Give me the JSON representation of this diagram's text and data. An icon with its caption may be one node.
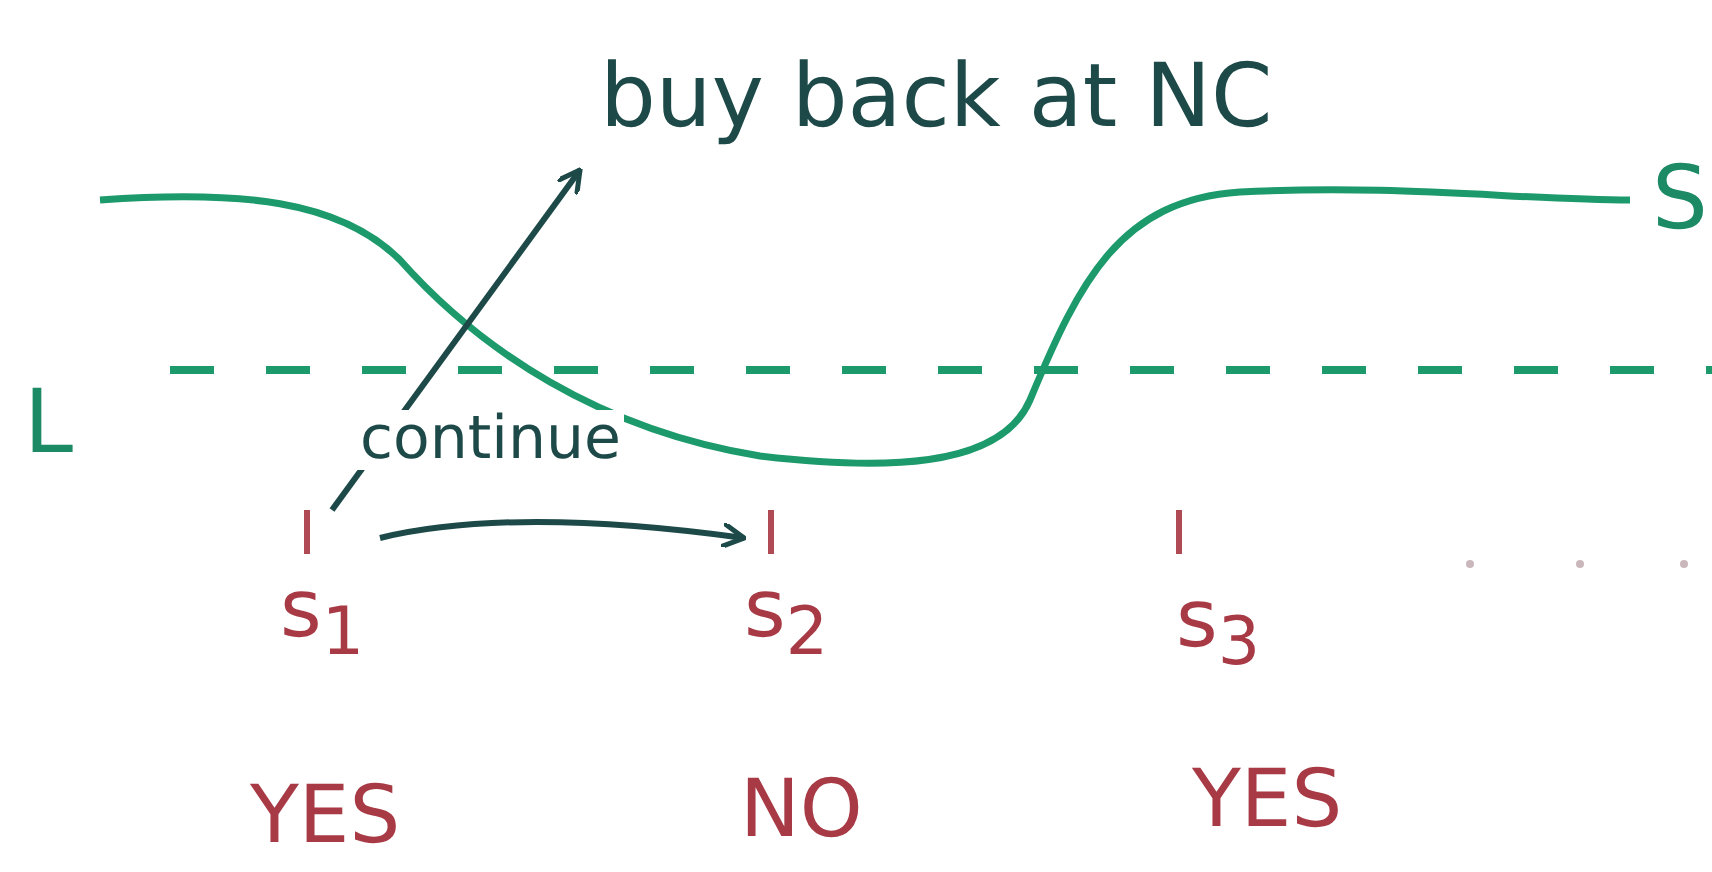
{
  "diagram": {
    "nodes": [
      {
        "text": [
          "s$_{1}$"
        ]
      },
      {
        "text": [
          "s$_{2}$"
        ]
      },
      {
        "text": [
          "buy back at NC"
        ]
      }
    ],
    "edges": [
      {
        "from": 0,
        "to": 2,
        "arrow": "to"
      },
      {
        "from": 0,
        "to": 1,
        "arrow": "to",
        "label": "continue"
      }
    ],
    "labels": [
      "S",
      "L",
      "s$_{3}$",
      "YES",
      "NO",
      "YES"
    ]
  }
}
